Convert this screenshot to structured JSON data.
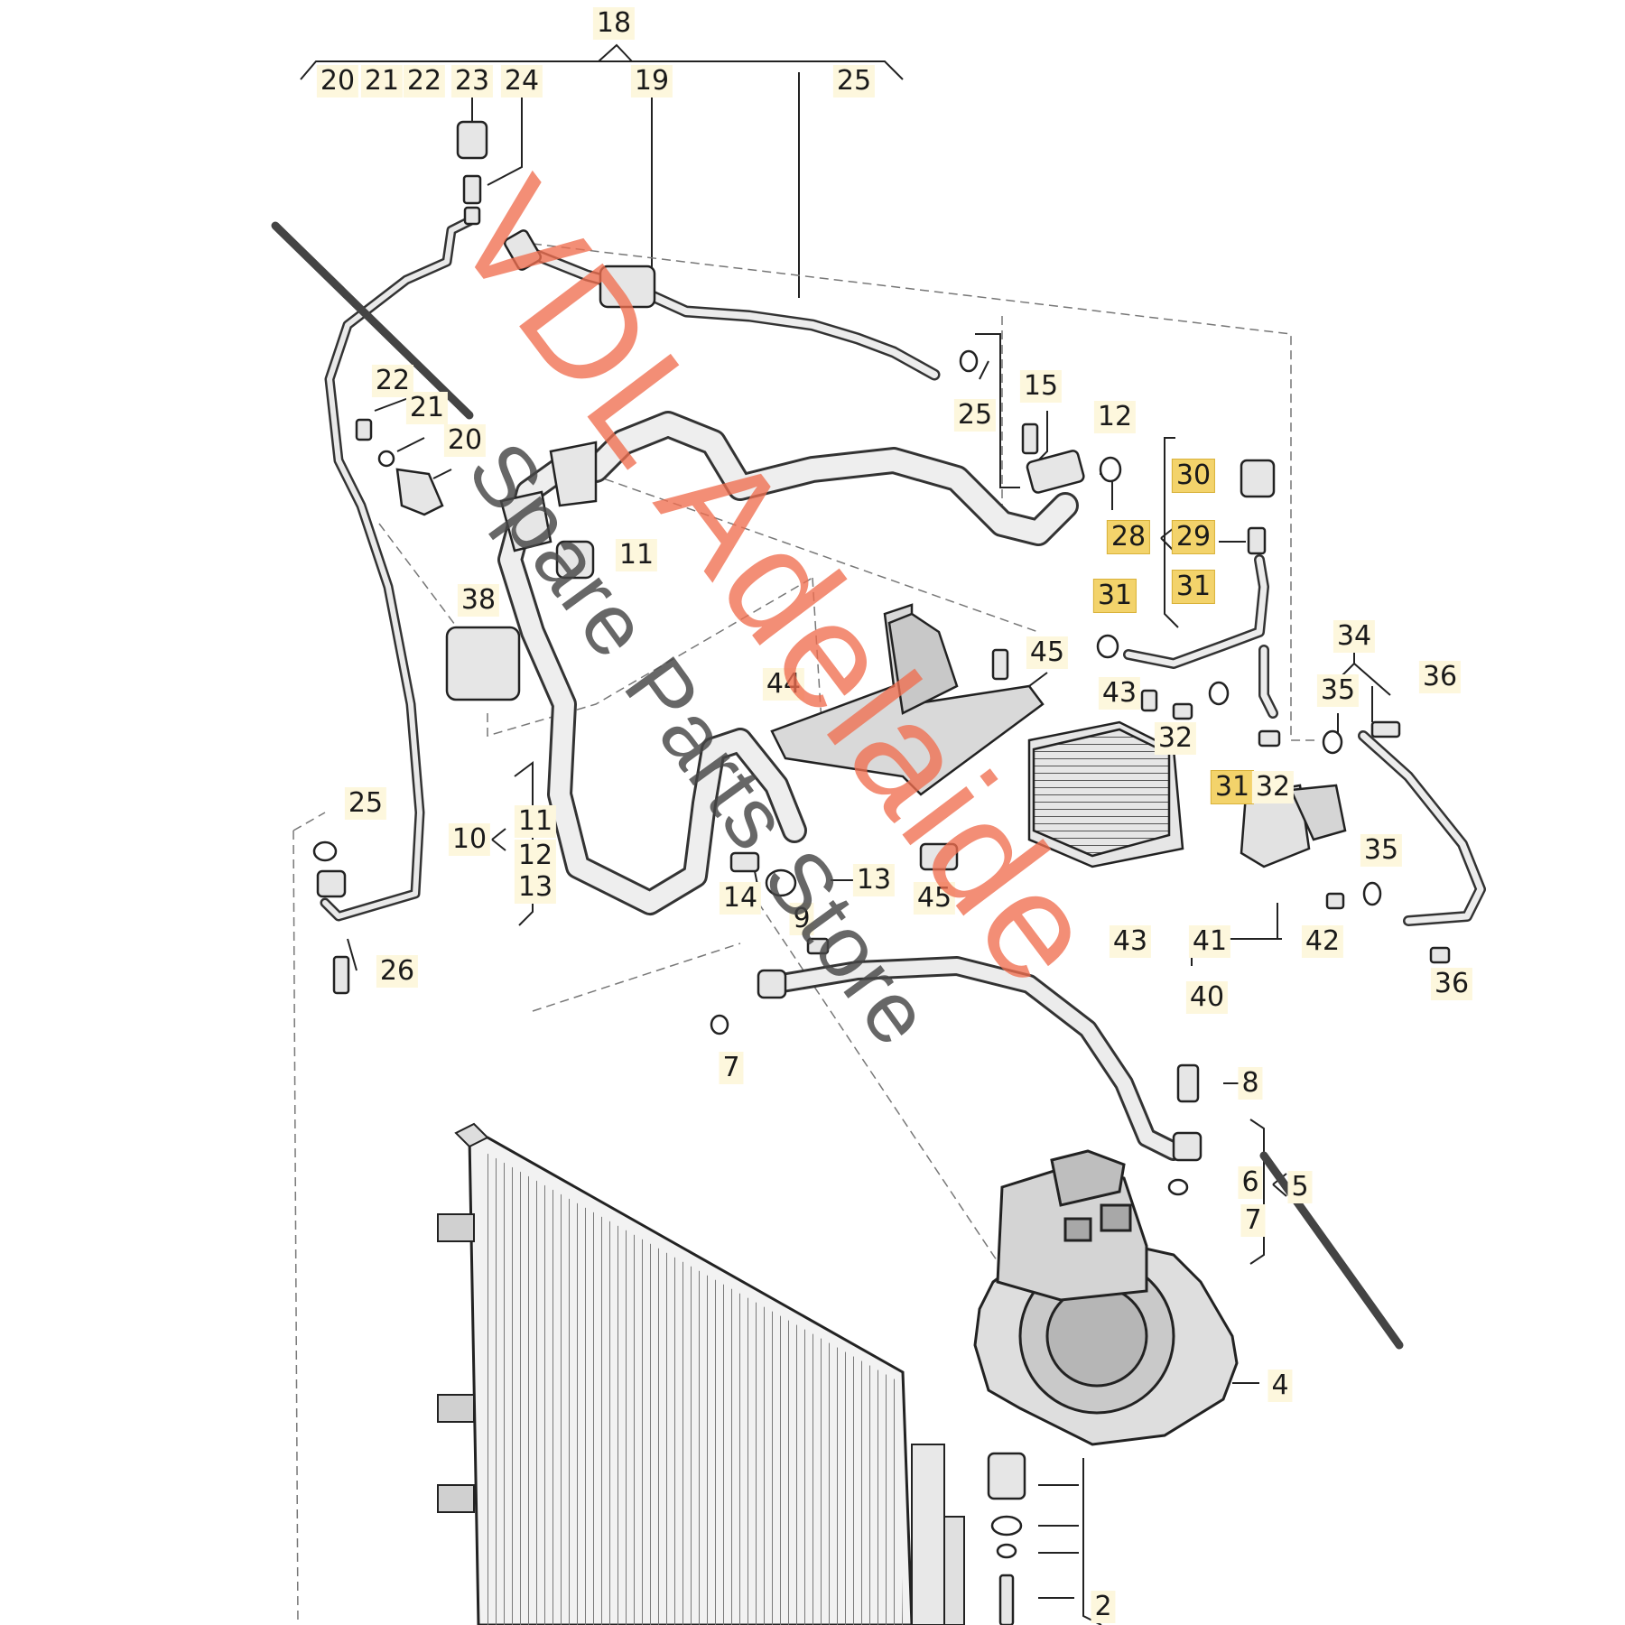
{
  "diagram": {
    "callouts": [
      {
        "id": "c18",
        "text": "18",
        "hl": false
      },
      {
        "id": "c20a",
        "text": "20",
        "hl": false
      },
      {
        "id": "c21a",
        "text": "21",
        "hl": false
      },
      {
        "id": "c22a",
        "text": "22",
        "hl": false
      },
      {
        "id": "c23",
        "text": "23",
        "hl": false
      },
      {
        "id": "c24",
        "text": "24",
        "hl": false
      },
      {
        "id": "c19",
        "text": "19",
        "hl": false
      },
      {
        "id": "c25a",
        "text": "25",
        "hl": false
      },
      {
        "id": "c22b",
        "text": "22",
        "hl": false
      },
      {
        "id": "c21b",
        "text": "21",
        "hl": false
      },
      {
        "id": "c20b",
        "text": "20",
        "hl": false
      },
      {
        "id": "c25b",
        "text": "25",
        "hl": false
      },
      {
        "id": "c15",
        "text": "15",
        "hl": false
      },
      {
        "id": "c12a",
        "text": "12",
        "hl": false
      },
      {
        "id": "c30",
        "text": "30",
        "hl": true
      },
      {
        "id": "c28",
        "text": "28",
        "hl": true
      },
      {
        "id": "c29",
        "text": "29",
        "hl": true
      },
      {
        "id": "c31a",
        "text": "31",
        "hl": true
      },
      {
        "id": "c31b",
        "text": "31",
        "hl": true
      },
      {
        "id": "c11a",
        "text": "11",
        "hl": false
      },
      {
        "id": "c38",
        "text": "38",
        "hl": false
      },
      {
        "id": "c45a",
        "text": "45",
        "hl": false
      },
      {
        "id": "c44",
        "text": "44",
        "hl": false
      },
      {
        "id": "c43a",
        "text": "43",
        "hl": false
      },
      {
        "id": "c34",
        "text": "34",
        "hl": false
      },
      {
        "id": "c35a",
        "text": "35",
        "hl": false
      },
      {
        "id": "c36a",
        "text": "36",
        "hl": false
      },
      {
        "id": "c32a",
        "text": "32",
        "hl": false
      },
      {
        "id": "c31c",
        "text": "31",
        "hl": true
      },
      {
        "id": "c32b",
        "text": "32",
        "hl": false
      },
      {
        "id": "c25c",
        "text": "25",
        "hl": false
      },
      {
        "id": "c10",
        "text": "10",
        "hl": false
      },
      {
        "id": "c11b",
        "text": "11",
        "hl": false
      },
      {
        "id": "c12b",
        "text": "12",
        "hl": false
      },
      {
        "id": "c13a",
        "text": "13",
        "hl": false
      },
      {
        "id": "c13b",
        "text": "13",
        "hl": false
      },
      {
        "id": "c14",
        "text": "14",
        "hl": false
      },
      {
        "id": "c45b",
        "text": "45",
        "hl": false
      },
      {
        "id": "c9",
        "text": "9",
        "hl": false
      },
      {
        "id": "c35b",
        "text": "35",
        "hl": false
      },
      {
        "id": "c43b",
        "text": "43",
        "hl": false
      },
      {
        "id": "c41",
        "text": "41",
        "hl": false
      },
      {
        "id": "c42",
        "text": "42",
        "hl": false
      },
      {
        "id": "c36b",
        "text": "36",
        "hl": false
      },
      {
        "id": "c40",
        "text": "40",
        "hl": false
      },
      {
        "id": "c26",
        "text": "26",
        "hl": false
      },
      {
        "id": "c7a",
        "text": "7",
        "hl": false
      },
      {
        "id": "c8",
        "text": "8",
        "hl": false
      },
      {
        "id": "c6",
        "text": "6",
        "hl": false
      },
      {
        "id": "c5",
        "text": "5",
        "hl": false
      },
      {
        "id": "c7b",
        "text": "7",
        "hl": false
      },
      {
        "id": "c4",
        "text": "4",
        "hl": false
      },
      {
        "id": "c2",
        "text": "2",
        "hl": false
      }
    ]
  },
  "watermark": {
    "brand": "VDL Adelaide",
    "tagline": "Spare Parts Store",
    "brand_color": "#f06e50",
    "tagline_color": "#464646"
  }
}
